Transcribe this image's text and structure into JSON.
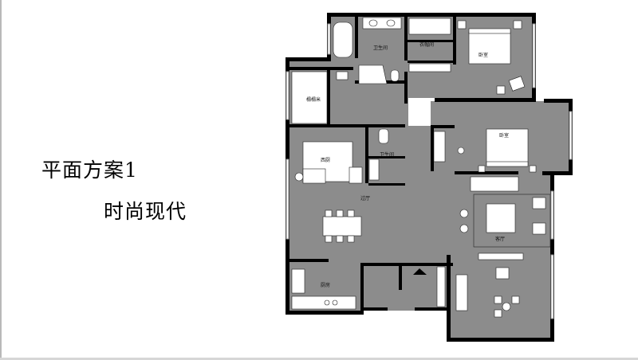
{
  "slide": {
    "title": "平面方案1",
    "subtitle": "时尚现代"
  },
  "plan": {
    "rooms": [
      {
        "id": "bathroom-1",
        "label": "卫生间"
      },
      {
        "id": "cloakroom",
        "label": "衣帽间"
      },
      {
        "id": "bedroom-master",
        "label": "卧室"
      },
      {
        "id": "study",
        "label": "榻榻米"
      },
      {
        "id": "bedroom-2",
        "label": "卧室"
      },
      {
        "id": "bathroom-2",
        "label": "卫生间"
      },
      {
        "id": "dining",
        "label": "西厨"
      },
      {
        "id": "corridor",
        "label": "过厅"
      },
      {
        "id": "living",
        "label": "客厅"
      },
      {
        "id": "kitchen",
        "label": "厨房"
      }
    ],
    "colors": {
      "floor": "#8c8c8c",
      "wall": "#000000",
      "furniture": "#ffffff",
      "window": "#c8c8c8"
    }
  }
}
